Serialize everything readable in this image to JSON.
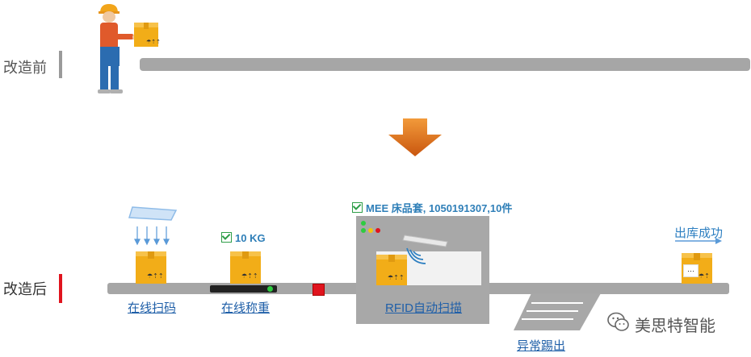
{
  "labels": {
    "before": "改造前",
    "after": "改造后"
  },
  "stations": {
    "scan": "在线扫码",
    "weigh": "在线称重",
    "rfid": "RFID自动扫描",
    "reject": "异常踢出",
    "outbound": "出库成功"
  },
  "annotations": {
    "weight": "10 KG",
    "rfid_result": "MEE 床品套, 1050191307,10件"
  },
  "watermark": {
    "text": "美思特智能"
  },
  "colors": {
    "accent_orange": "#f2ad18",
    "arrow_orange": "#e8731c",
    "link_blue": "#1f5fa8",
    "red_marker": "#e0141e",
    "check_green": "#2e9e48"
  }
}
